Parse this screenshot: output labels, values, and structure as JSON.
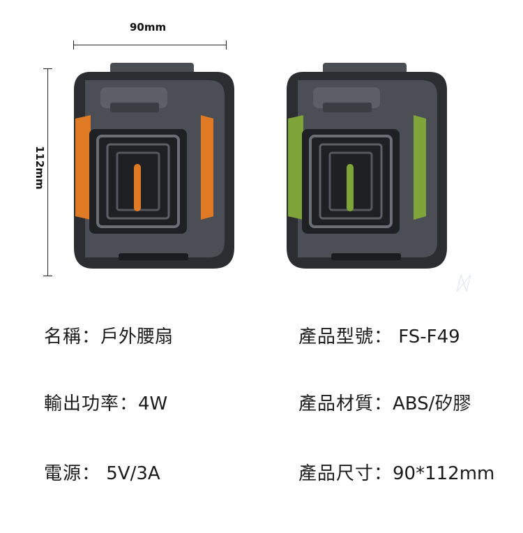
{
  "dimensions": {
    "width_label": "90mm",
    "height_label": "112mm"
  },
  "products": [
    {
      "variant": "orange",
      "accent": "#e07a24"
    },
    {
      "variant": "green",
      "accent": "#7ea43a"
    }
  ],
  "specs": [
    {
      "label": "名稱：",
      "value": "戶外腰扇"
    },
    {
      "label": "產品型號：",
      "value": " FS-F49"
    },
    {
      "label": "輸出功率：",
      "value": "4W"
    },
    {
      "label": "產品材質：",
      "value": "ABS/矽膠"
    },
    {
      "label": "電源：",
      "value": " 5V/3A"
    },
    {
      "label": "產品尺寸：",
      "value": "90*112mm"
    }
  ]
}
